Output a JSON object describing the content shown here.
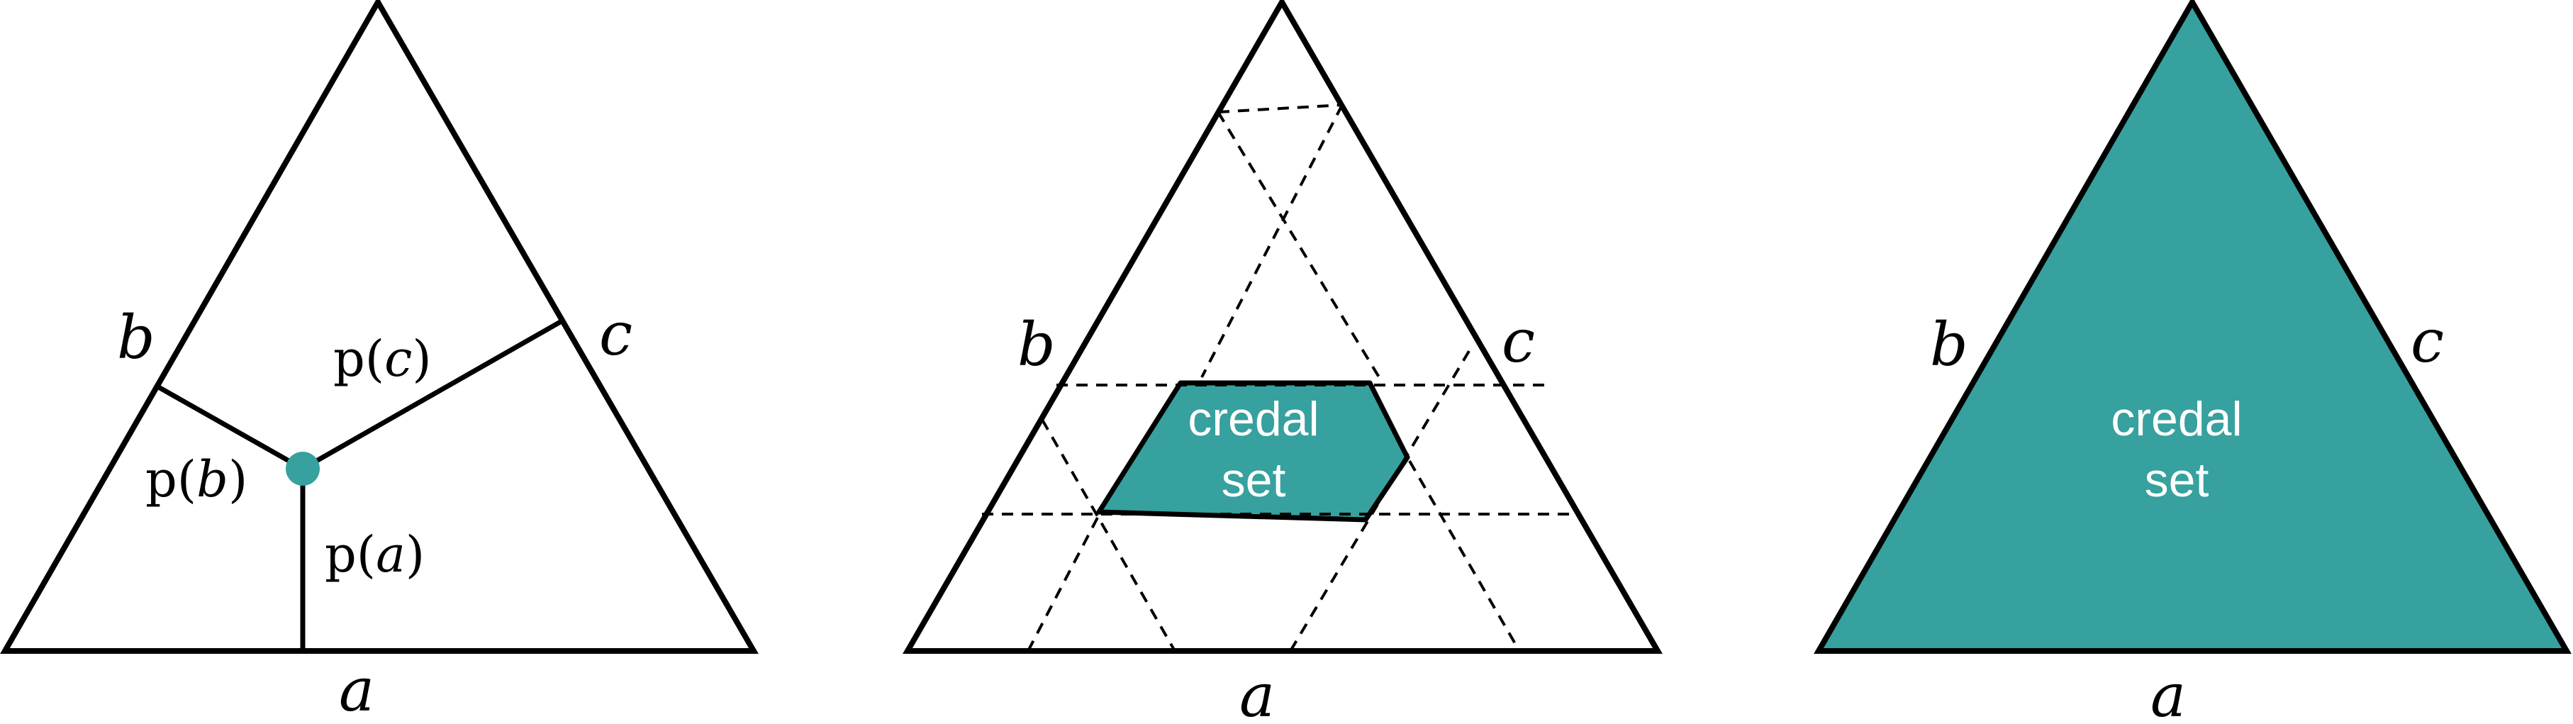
{
  "colors": {
    "accent": "#36a19e",
    "stroke": "#000000",
    "background": "#ffffff"
  },
  "panels": [
    {
      "vertex_labels": {
        "bottom": "a",
        "left": "b",
        "right": "c"
      },
      "regions": [
        {
          "prefix": "p(",
          "var": "b",
          "suffix": ")"
        },
        {
          "prefix": "p(",
          "var": "c",
          "suffix": ")"
        },
        {
          "prefix": "p(",
          "var": "a",
          "suffix": ")"
        }
      ],
      "point": "dot"
    },
    {
      "vertex_labels": {
        "bottom": "a",
        "left": "b",
        "right": "c"
      },
      "credal_label": [
        "credal",
        "set"
      ],
      "grid": "dashed"
    },
    {
      "vertex_labels": {
        "bottom": "a",
        "left": "b",
        "right": "c"
      },
      "credal_label": [
        "credal",
        "set"
      ],
      "fill": "full"
    }
  ]
}
